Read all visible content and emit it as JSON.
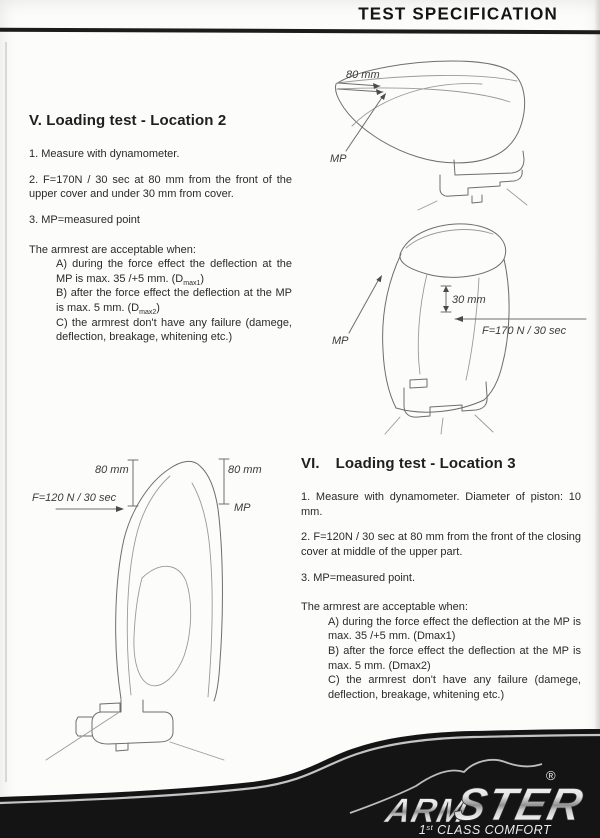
{
  "page": {
    "title": "TEST SPECIFICATION"
  },
  "section_v": {
    "heading": "V. Loading test - Location 2",
    "item1": "1.  Measure with dynamometer.",
    "item2": "2.  F=170N / 30 sec at 80 mm from the front of the upper cover and under 30 mm from cover.",
    "item3": "3.  MP=measured point",
    "accept_intro": "The armrest are acceptable when:",
    "accept_a_main": "A) during the force effect the deflection at the MP is max. 35 /+5 mm. (D",
    "accept_a_sub": "max1",
    "accept_a_close": ")",
    "accept_b_main": "B) after the force effect the deflection at the MP is max. 5 mm. (D",
    "accept_b_sub": "max2",
    "accept_b_close": ")",
    "accept_c": "C) the armrest don't have any failure (damege, deflection, breakage, whitening etc.)"
  },
  "section_vi": {
    "heading_num": "VI.",
    "heading_title": "Loading test - Location 3",
    "item1": "1.  Measure with dynamometer. Diameter of piston: 10 mm.",
    "item2": "2.  F=120N / 30 sec at 80 mm from the front of the closing cover at middle of the upper part.",
    "item3": "3.  MP=measured point.",
    "accept_intro": "The armrest are acceptable when:",
    "accept_a": "A) during the force effect the deflection at the MP is max. 35 /+5 mm. (Dmax1)",
    "accept_b": "B) after the force effect the deflection at the MP is max. 5 mm. (Dmax2)",
    "accept_c": "C) the armrest don't have any failure (damege, deflection, breakage, whitening etc.)"
  },
  "figures": {
    "fig1": {
      "dim": "80 mm",
      "mp": "MP"
    },
    "fig2": {
      "dim": "30 mm",
      "force": "F=170 N / 30 sec",
      "mp": "MP"
    },
    "fig3": {
      "dim_left": "80 mm",
      "dim_right": "80 mm",
      "force": "F=120 N / 30 sec",
      "mp": "MP"
    }
  },
  "footer": {
    "brand_arm": "ARM",
    "brand_ster": "STER",
    "registered": "®",
    "tagline_one": "1",
    "tagline_sup": "st",
    "tagline_rest": " CLASS COMFORT"
  },
  "colors": {
    "band_black": "#141414",
    "pinstripe_silver": "#c4c4c4",
    "ink": "#2a2a2a",
    "drawing_line": "#6e6e6e"
  }
}
